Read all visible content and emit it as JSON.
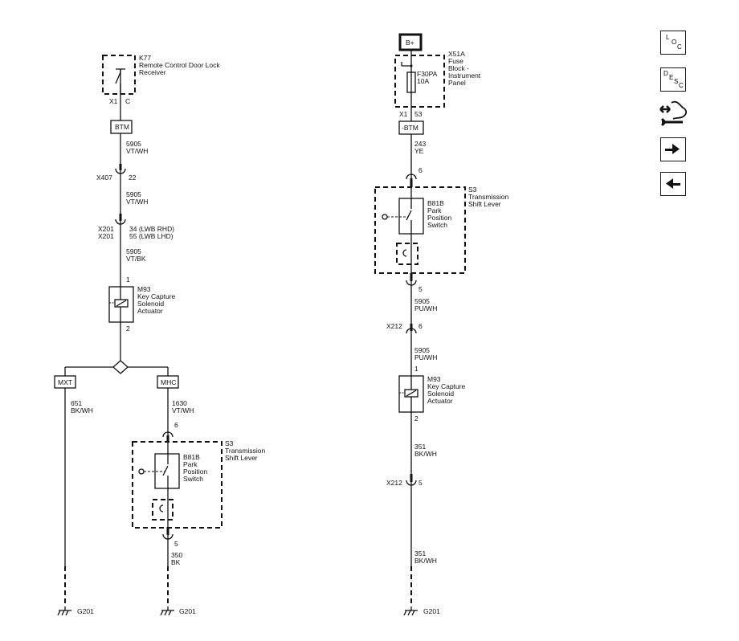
{
  "left": {
    "k77": {
      "id": "K77",
      "name1": "Remote Control Door Lock",
      "name2": "Receiver",
      "conn": "X1",
      "pin": "C"
    },
    "btm": "BTM",
    "wire1": {
      "circuit": "5905",
      "color": "VT/WH"
    },
    "x407": {
      "conn": "X407",
      "pin": "22"
    },
    "wire2": {
      "circuit": "5905",
      "color": "VT/WH"
    },
    "x201": {
      "conn1": "X201",
      "pin1": "34 (LWB RHD)",
      "conn2": "X201",
      "pin2": "55 (LWB LHD)"
    },
    "wire3": {
      "circuit": "5905",
      "color": "VT/BK"
    },
    "m93": {
      "pin_top": "1",
      "id": "M93",
      "l1": "Key Capture",
      "l2": "Solenoid",
      "l3": "Actuator",
      "pin_bottom": "2"
    },
    "mxt": "MXT",
    "mhc": "MHC",
    "wire_mxt": {
      "circuit": "651",
      "color": "BK/WH"
    },
    "wire_mhc": {
      "circuit": "1630",
      "color": "VT/WH"
    },
    "s3": {
      "pin_top": "6",
      "id": "S3",
      "l1": "Transmission",
      "l2": "Shift Lever",
      "sw_id": "B81B",
      "sw1": "Park",
      "sw2": "Position",
      "sw3": "Switch",
      "pin_bottom": "5"
    },
    "wire_out": {
      "circuit": "350",
      "color": "BK"
    },
    "ground1": "G201",
    "ground2": "G201"
  },
  "right": {
    "bplus": "B+",
    "x51a": {
      "id": "X51A",
      "l1": "Fuse",
      "l2": "Block -",
      "l3": "Instrument",
      "l4": "Panel",
      "fuse": "F30PA",
      "rating": "10A",
      "conn": "X1",
      "pin": "53"
    },
    "btm": "-BTM",
    "wire1": {
      "circuit": "243",
      "color": "YE"
    },
    "s3": {
      "pin_top": "6",
      "id": "S3",
      "l1": "Transmission",
      "l2": "Shift Lever",
      "sw_id": "B81B",
      "sw1": "Park",
      "sw2": "Position",
      "sw3": "Switch",
      "pin_bottom": "5"
    },
    "wire2": {
      "circuit": "5905",
      "color": "PU/WH"
    },
    "x212a": {
      "conn": "X212",
      "pin": "6"
    },
    "wire3": {
      "circuit": "5905",
      "color": "PU/WH"
    },
    "m93": {
      "pin_top": "1",
      "id": "M93",
      "l1": "Key Capture",
      "l2": "Solenoid",
      "l3": "Actuator",
      "pin_bottom": "2"
    },
    "wire4": {
      "circuit": "351",
      "color": "BK/WH"
    },
    "x212b": {
      "conn": "X212",
      "pin": "5"
    },
    "wire5": {
      "circuit": "351",
      "color": "BK/WH"
    },
    "ground": "G201"
  },
  "nav": {
    "loc": [
      "L",
      "O",
      "C"
    ],
    "desc": [
      "D",
      "E",
      "S",
      "C"
    ]
  }
}
